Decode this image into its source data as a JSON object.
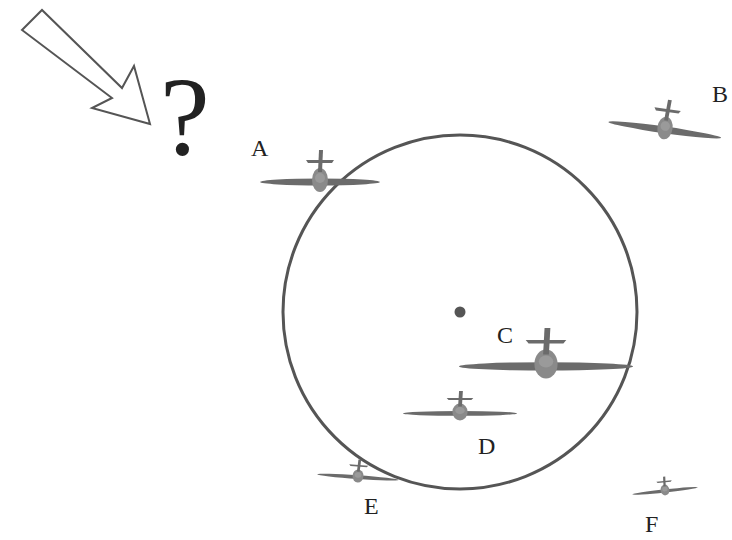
{
  "diagram": {
    "labels": [
      "?",
      "A",
      "B",
      "C",
      "D",
      "E",
      "F"
    ]
  }
}
